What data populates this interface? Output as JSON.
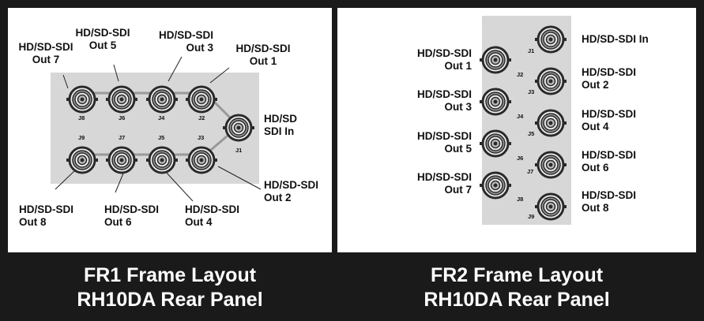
{
  "panels": [
    {
      "caption_line1": "FR1 Frame Layout",
      "caption_line2": "RH10DA Rear Panel",
      "connectors": [
        "J8",
        "J6",
        "J4",
        "J2",
        "J1",
        "J9",
        "J7",
        "J5",
        "J3"
      ],
      "labels": {
        "out7": "HD/SD-SDI\nOut 7",
        "out5": "HD/SD-SDI\nOut 5",
        "out3": "HD/SD-SDI\nOut 3",
        "out1": "HD/SD-SDI\nOut 1",
        "in": "HD/SD\nSDI In",
        "out2": "HD/SD-SDI\nOut 2",
        "out8": "HD/SD-SDI\nOut 8",
        "out6": "HD/SD-SDI\nOut 6",
        "out4": "HD/SD-SDI\nOut 4"
      }
    },
    {
      "caption_line1": "FR2 Frame Layout",
      "caption_line2": "RH10DA Rear Panel",
      "connectors": [
        "J1",
        "J2",
        "J3",
        "J4",
        "J5",
        "J6",
        "J7",
        "J8",
        "J9"
      ],
      "labels": {
        "in": "HD/SD-SDI In",
        "out1": "HD/SD-SDI\nOut 1",
        "out2": "HD/SD-SDI\nOut 2",
        "out3": "HD/SD-SDI\nOut 3",
        "out4": "HD/SD-SDI\nOut 4",
        "out5": "HD/SD-SDI\nOut 5",
        "out6": "HD/SD-SDI\nOut 6",
        "out7": "HD/SD-SDI\nOut 7",
        "out8": "HD/SD-SDI\nOut 8"
      }
    }
  ],
  "colors": {
    "frame": "#1a1a1a",
    "plate": "#d7d7d7",
    "caption_text": "#ffffff"
  }
}
